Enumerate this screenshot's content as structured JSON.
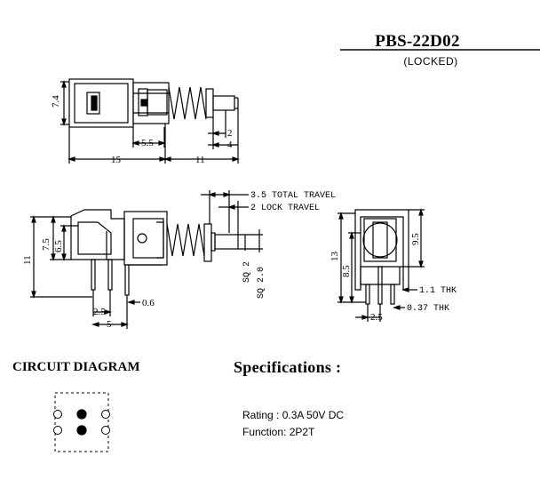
{
  "header": {
    "model": "PBS-22D02",
    "variant": "(LOCKED)"
  },
  "dimensions": {
    "top_view": {
      "height": "7.4",
      "pitch": "5.5",
      "stroke": "2",
      "shaft": "4",
      "body_length": "15",
      "shaft_length": "11"
    },
    "side_view": {
      "total_travel": "3.5 TOTAL TRAVEL",
      "lock_travel": "2 LOCK TRAVEL",
      "height_body": "7.5",
      "height_upper": "6.5",
      "height_total": "11",
      "pin_pitch": "2.5",
      "pin_width": "0.6",
      "pin_span": "5",
      "sq_shaft": "SQ 2",
      "sq_tip": "SQ 2.0"
    },
    "front_view": {
      "height_total": "13",
      "height_frame": "8.5",
      "height_body": "9.5",
      "frame_thickness": "1.1 THK",
      "pin_thickness": "0.37 THK",
      "pin_pitch": "2.5"
    }
  },
  "circuit": {
    "heading": "CIRCUIT DIAGRAM"
  },
  "specifications": {
    "heading": "Specifications :",
    "rating": "Rating : 0.3A 50V DC",
    "function": "Function: 2P2T"
  }
}
